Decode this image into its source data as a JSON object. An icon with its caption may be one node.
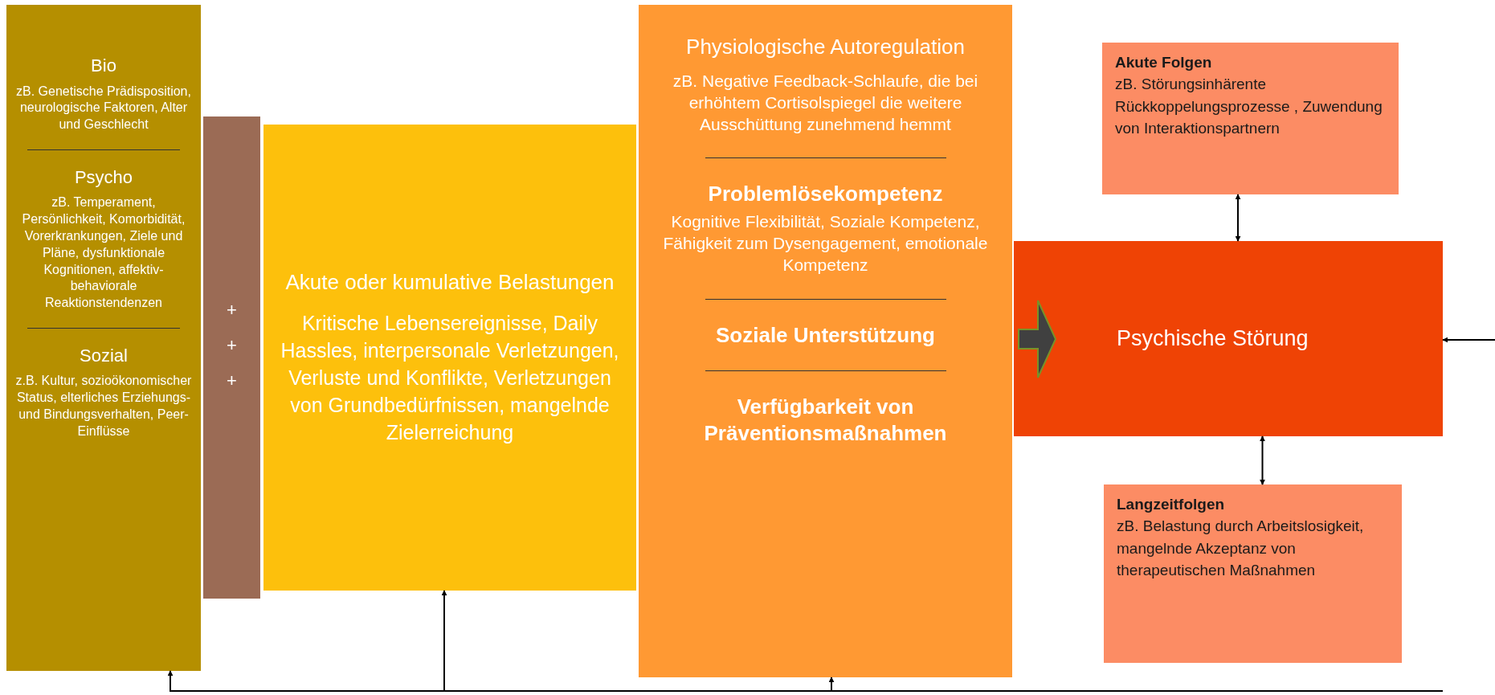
{
  "diagram": {
    "nodes": [
      {
        "text": [
          "Bio",
          "zB. Genetische Prädisposition, neurologische Faktoren, Alter und Geschlecht",
          "Psycho",
          "zB. Temperament, Persönlichkeit, Komorbidität, Vorerkrankungen, Ziele und Pläne, dysfunktionale Kognitionen, affektiv-behaviorale Reaktionstendenzen",
          "Sozial",
          "z.B. Kultur, sozioökonomischer Status, elterliches Erziehungs- und Bindungsverhalten, Peer-Einflüsse"
        ]
      },
      {
        "text": [
          "+",
          "+",
          "+"
        ]
      },
      {
        "text": [
          "Akute oder kumulative Belastungen",
          "Kritische Lebensereignisse, Daily Hassles, interpersonale Verletzungen, Verluste und Konflikte, Verletzungen von Grundbedürfnissen, mangelnde Zielerreichung"
        ]
      },
      {
        "text": [
          "Physiologische Autoregulation",
          "zB. Negative Feedback-Schlaufe, die bei erhöhtem Cortisolspiegel die weitere Ausschüttung zunehmend hemmt",
          "Problemlösekompetenz",
          "Kognitive Flexibilität, Soziale Kompetenz, Fähigkeit zum Dysengagement, emotionale Kompetenz",
          "Soziale Unterstützung",
          "Verfügbarkeit von Präventionsmaßnahmen"
        ]
      },
      {
        "text": [
          "Akute Folgen",
          "zB. Störungsinhärente Rückkoppelungsprozesse , Zuwendung von Interaktionspartnern"
        ]
      },
      {
        "text": [
          "Psychische Störung"
        ]
      },
      {
        "text": [
          "Langzeitfolgen",
          "zB. Belastung durch Arbeitslosigkeit, mangelnde Akzeptanz von therapeutischen Maßnahmen"
        ]
      }
    ],
    "edges": [
      {
        "from": null,
        "to": 0,
        "arrow": "to"
      },
      {
        "from": null,
        "to": 2,
        "arrow": "to"
      },
      {
        "from": null,
        "to": 3,
        "arrow": "to"
      },
      {
        "from": null,
        "to": 5,
        "arrow": "to"
      },
      {
        "from": 4,
        "to": 5,
        "arrow": "both"
      },
      {
        "from": 5,
        "to": 6,
        "arrow": "both"
      }
    ]
  }
}
